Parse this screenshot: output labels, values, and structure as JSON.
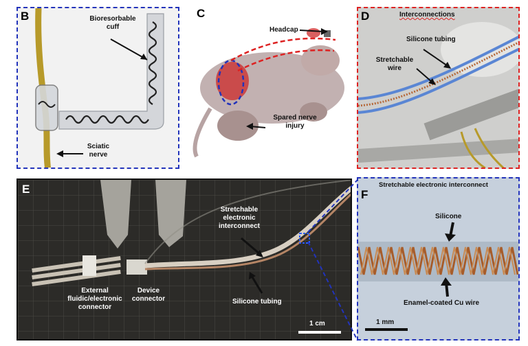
{
  "panels": {
    "B": {
      "label": "B",
      "annotations": {
        "cuff": "Bioresorbable\ncuff",
        "nerve": "Sciatic\nnerve"
      },
      "border_color": "#2233bb"
    },
    "C": {
      "label": "C",
      "annotations": {
        "headcap": "Headcap",
        "injury": "Spared nerve\ninjury"
      }
    },
    "D": {
      "label": "D",
      "title": "Interconnections",
      "annotations": {
        "tubing": "Silicone tubing",
        "wire": "Stretchable\nwire"
      },
      "border_color": "#dd2222"
    },
    "E": {
      "label": "E",
      "annotations": {
        "stretchable": "Stretchable\nelectronic\ninterconnect",
        "external": "External\nfluidic/electronic\nconnector",
        "device": "Device\nconnector",
        "tubing": "Silicone tubing",
        "scale": "1 cm"
      }
    },
    "F": {
      "label": "F",
      "title": "Stretchable electronic interconnect",
      "annotations": {
        "silicone": "Silicone",
        "wire": "Enamel-coated Cu wire",
        "scale": "1 mm"
      },
      "border_color": "#2233bb"
    }
  },
  "colors": {
    "blue_dash": "#2233bb",
    "red_dash": "#dd2222",
    "nerve": "#b79a2a",
    "copper": "#b5693a"
  }
}
